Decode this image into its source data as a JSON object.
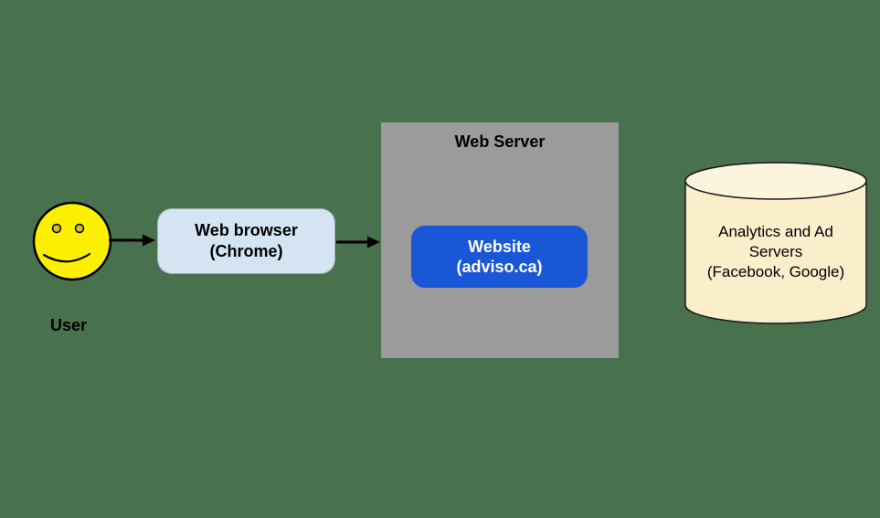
{
  "canvas": {
    "background_color": "#48714E",
    "connector_color": "#000000"
  },
  "nodes": {
    "user": {
      "label": "User",
      "face_fill": "#FCF000",
      "eye_fill": "#CDC11E",
      "outline_color": "#000000"
    },
    "browser": {
      "label_line1": "Web browser",
      "label_line2": "(Chrome)",
      "fill": "#D4E4F3",
      "text_color": "#000000"
    },
    "server": {
      "title": "Web Server",
      "fill": "#9B9B9B",
      "text_color": "#000000"
    },
    "website": {
      "label_line1": "Website",
      "label_line2": "(adviso.ca)",
      "fill": "#1A57D6",
      "text_color": "#FFFFFF"
    },
    "analytics": {
      "label_line1": "Analytics and Ad",
      "label_line2": "Servers",
      "label_line3": "(Facebook, Google)",
      "body_fill": "#FAEECB",
      "top_fill": "#FCF4DC",
      "outline_color": "#1A1A1A",
      "text_color": "#000000"
    }
  }
}
